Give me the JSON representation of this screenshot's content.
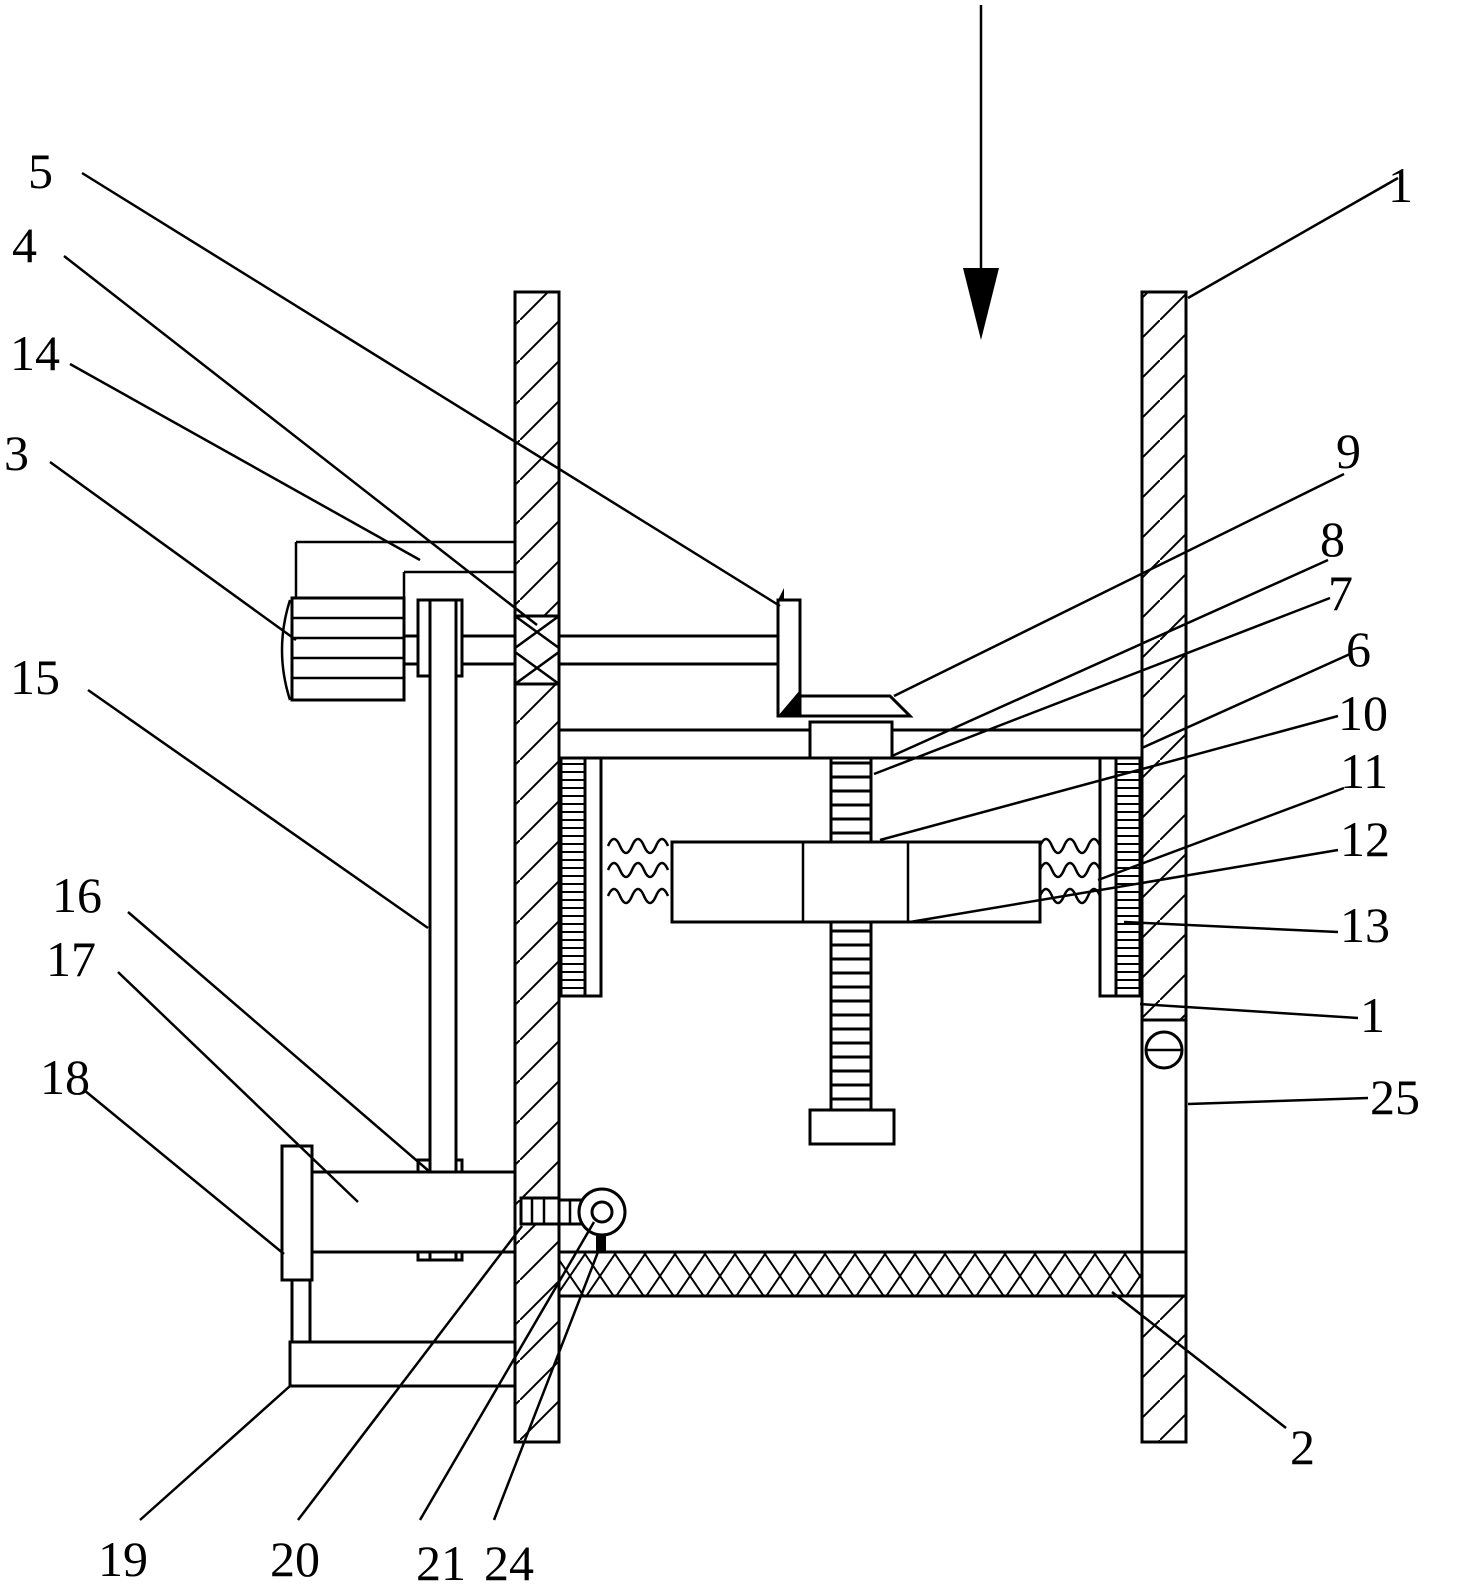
{
  "figure": {
    "labels": [
      {
        "id": "l5",
        "text": "5"
      },
      {
        "id": "l4",
        "text": "4"
      },
      {
        "id": "l14",
        "text": "14"
      },
      {
        "id": "l3",
        "text": "3"
      },
      {
        "id": "l15",
        "text": "15"
      },
      {
        "id": "l16",
        "text": "16"
      },
      {
        "id": "l17",
        "text": "17"
      },
      {
        "id": "l18",
        "text": "18"
      },
      {
        "id": "l1a",
        "text": "1"
      },
      {
        "id": "l9",
        "text": "9"
      },
      {
        "id": "l8",
        "text": "8"
      },
      {
        "id": "l7",
        "text": "7"
      },
      {
        "id": "l6",
        "text": "6"
      },
      {
        "id": "l10",
        "text": "10"
      },
      {
        "id": "l11",
        "text": "11"
      },
      {
        "id": "l12",
        "text": "12"
      },
      {
        "id": "l13",
        "text": "13"
      },
      {
        "id": "l1b",
        "text": "1"
      },
      {
        "id": "l25",
        "text": "25"
      },
      {
        "id": "l2",
        "text": "2"
      },
      {
        "id": "l19",
        "text": "19"
      },
      {
        "id": "l20",
        "text": "20"
      },
      {
        "id": "l21",
        "text": "21"
      },
      {
        "id": "l24",
        "text": "24"
      }
    ]
  }
}
